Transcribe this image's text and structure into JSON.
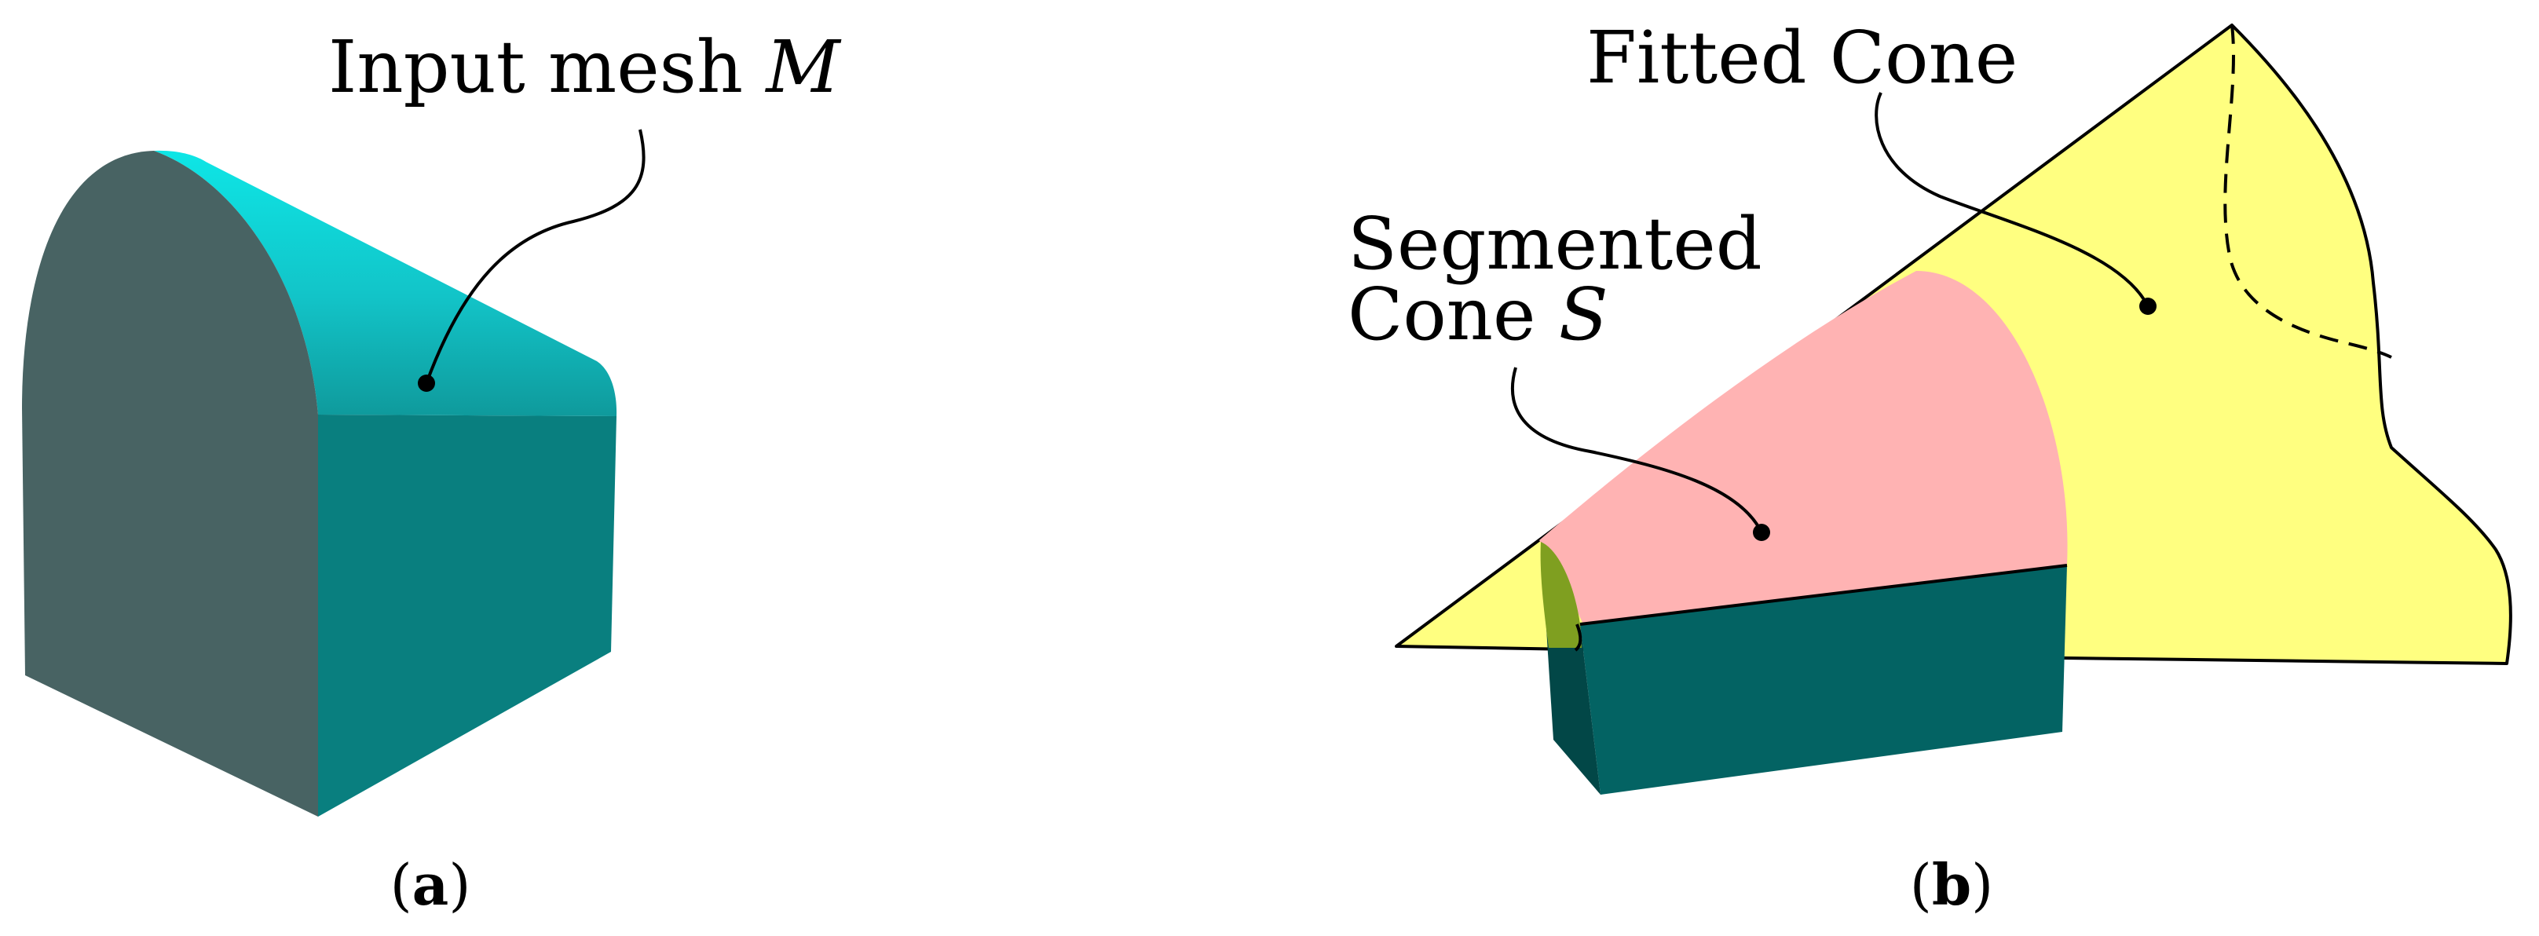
{
  "panel_a": {
    "label_text": "Input mesh ",
    "label_symbol": "M",
    "caption_letter": "a"
  },
  "panel_b": {
    "fitted_label": "Fitted Cone",
    "segmented_line1": "Segmented",
    "segmented_line2_text": "Cone ",
    "segmented_line2_symbol": "S",
    "caption_letter": "b"
  },
  "colors": {
    "mesh_front_face": "#486363",
    "mesh_side_face": "#097f7f",
    "mesh_curved_top": "#1ad2d6",
    "fitted_cone": "#ffff80",
    "segmented_region": "#ffb3b3",
    "small_cap": "#7f9f20",
    "box_side": "#036363"
  }
}
